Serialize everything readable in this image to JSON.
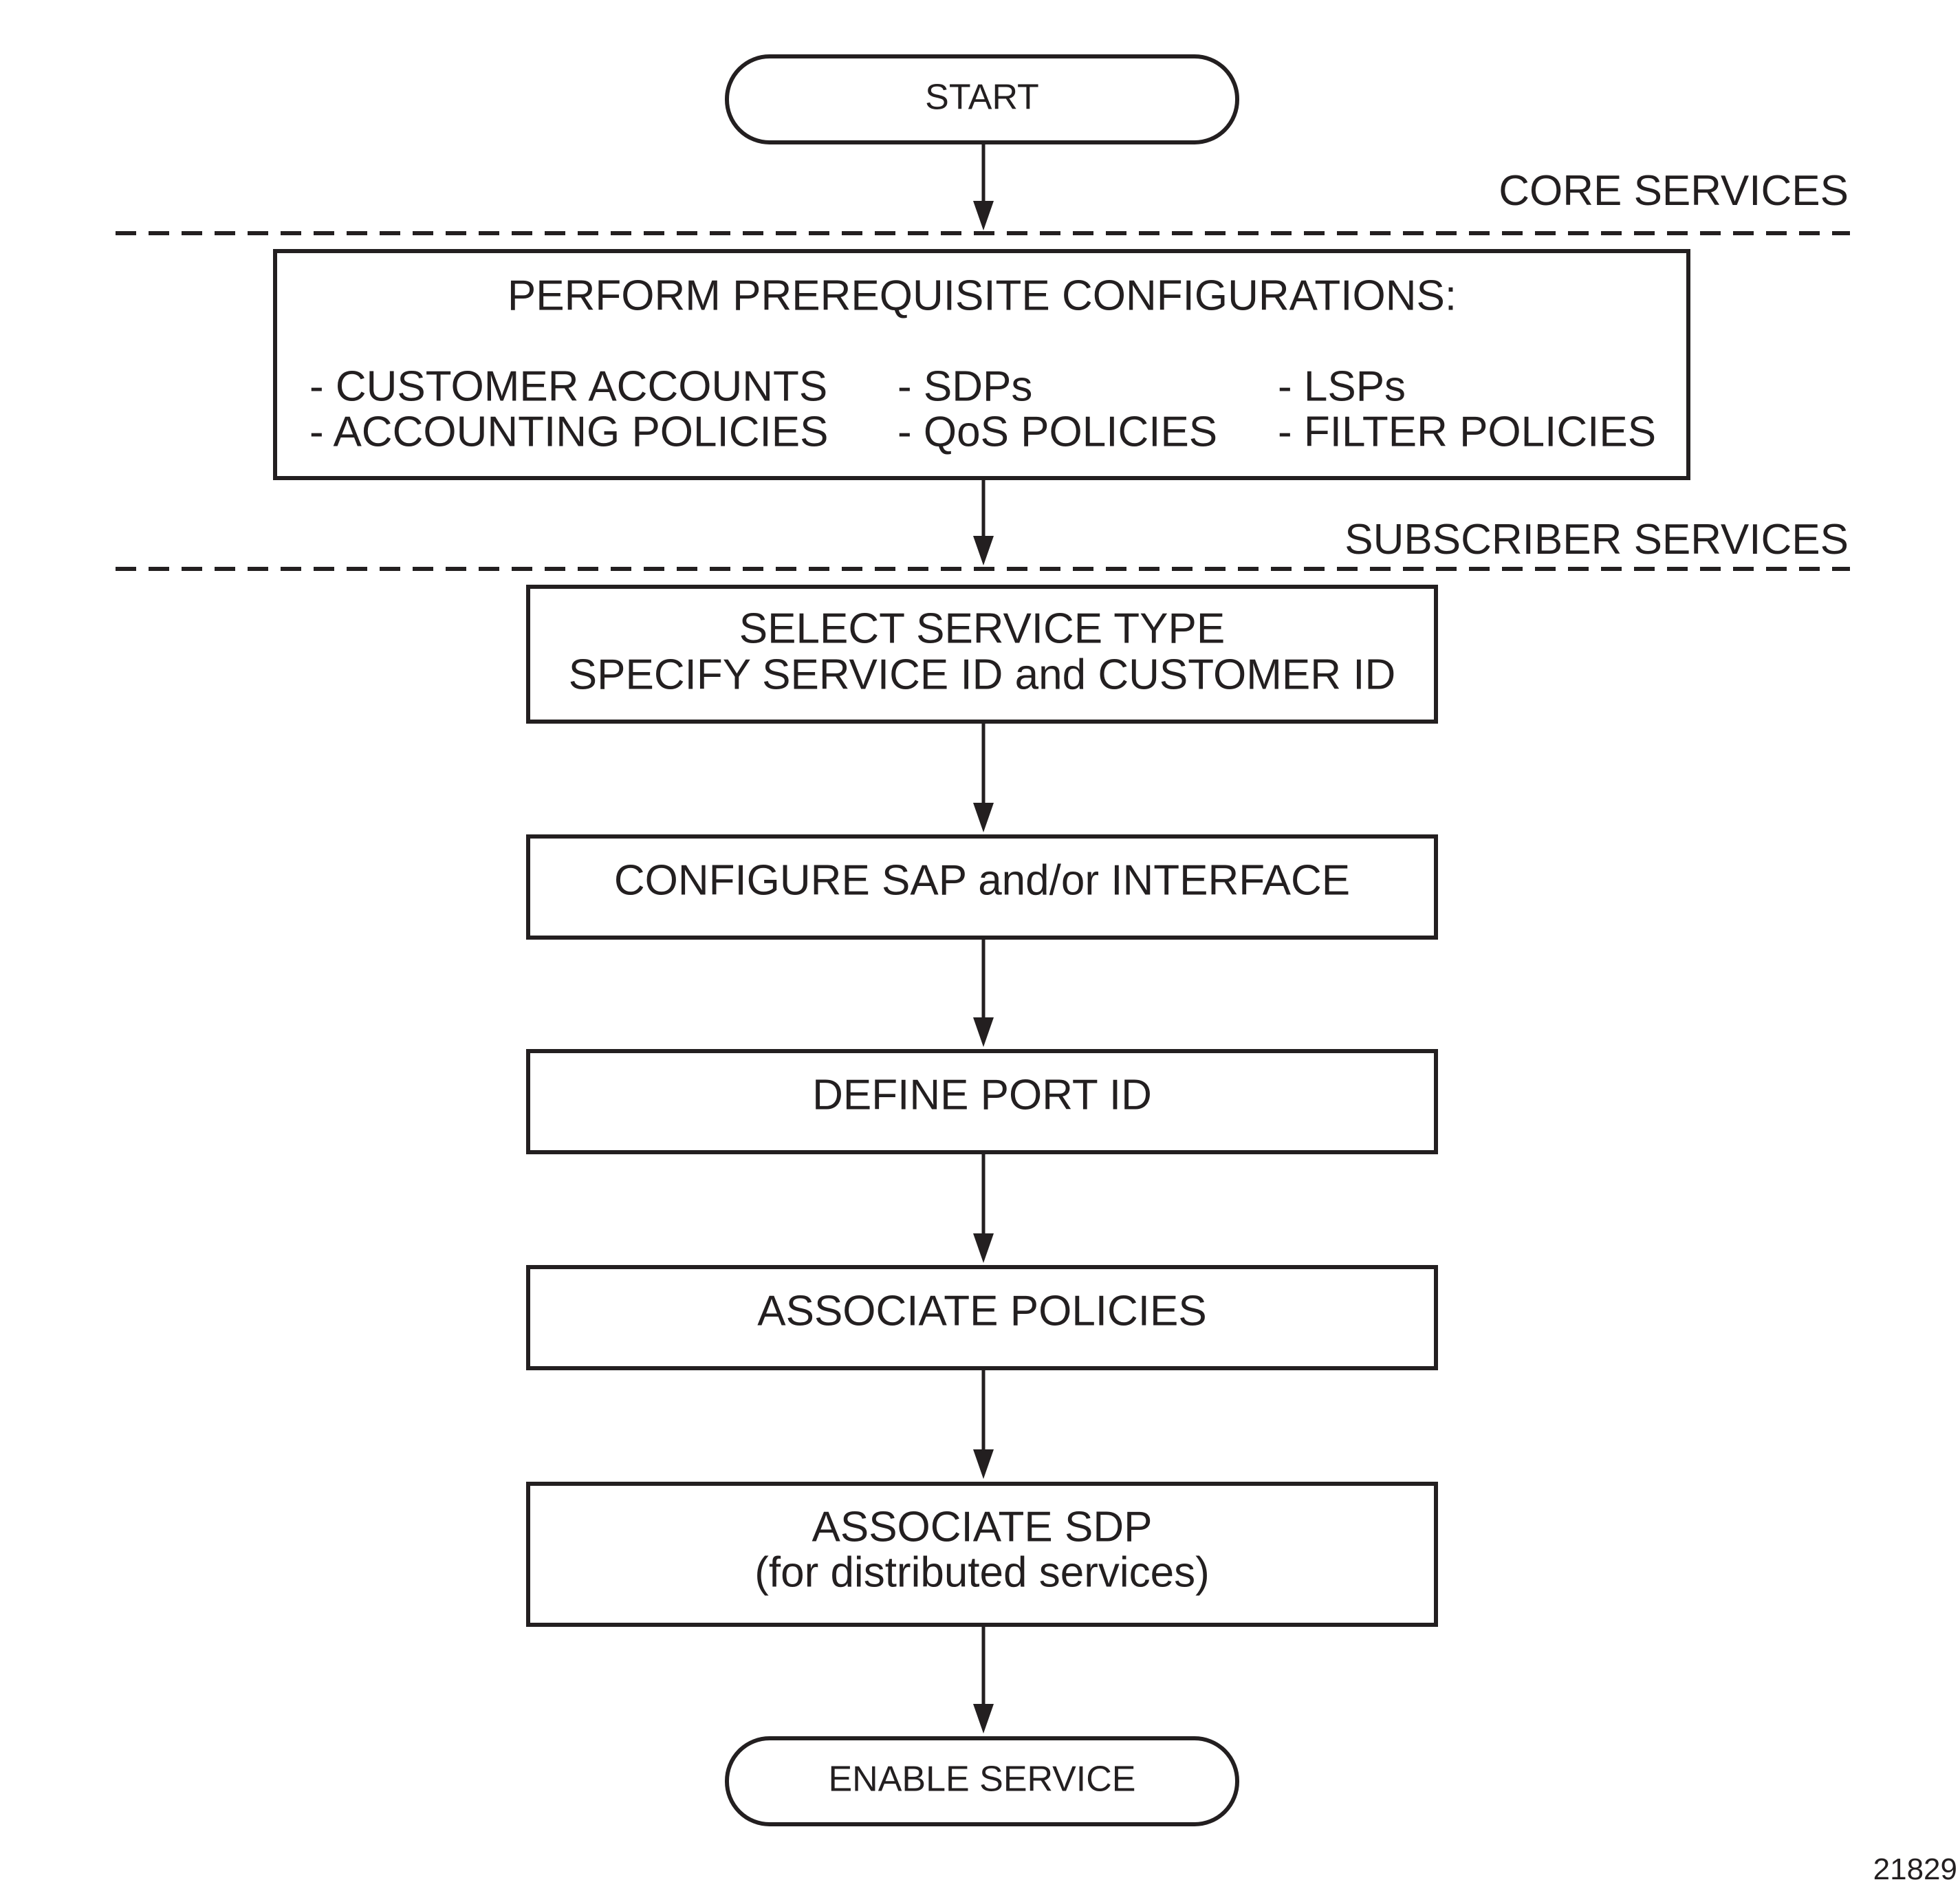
{
  "flowchart": {
    "start": "START",
    "core_section_label": "CORE SERVICES",
    "prereq": {
      "title": "PERFORM PREREQUISITE CONFIGURATIONS:",
      "items": [
        "- CUSTOMER ACCOUNTS",
        "- SDPs",
        "- LSPs",
        "- ACCOUNTING POLICIES",
        "- QoS POLICIES",
        "- FILTER POLICIES"
      ]
    },
    "subscriber_section_label": "SUBSCRIBER SERVICES",
    "steps": [
      {
        "lines": [
          "SELECT SERVICE TYPE",
          "SPECIFY SERVICE ID and CUSTOMER ID"
        ]
      },
      {
        "lines": [
          "CONFIGURE SAP and/or INTERFACE"
        ]
      },
      {
        "lines": [
          "DEFINE PORT ID"
        ]
      },
      {
        "lines": [
          "ASSOCIATE POLICIES"
        ]
      },
      {
        "lines": [
          "ASSOCIATE SDP",
          "(for distributed services)"
        ]
      }
    ],
    "end": "ENABLE SERVICE",
    "figure_number": "21829"
  },
  "colors": {
    "stroke": "#231f20",
    "background": "#ffffff"
  }
}
